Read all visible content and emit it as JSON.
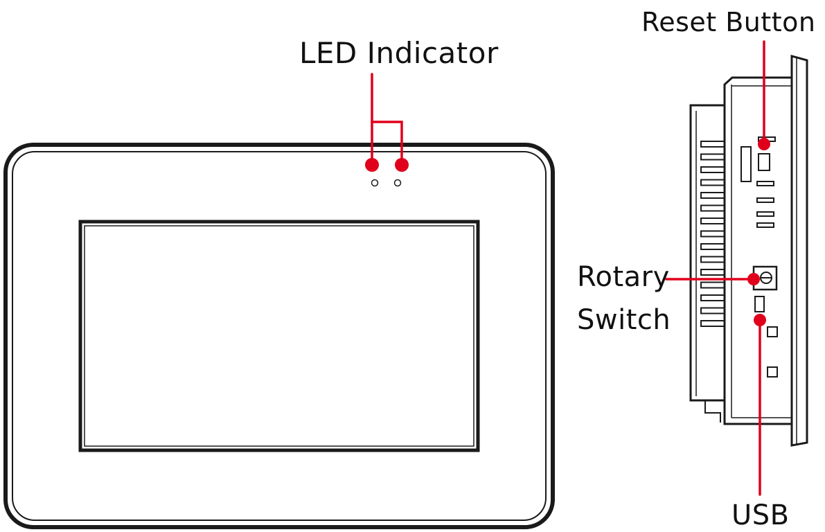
{
  "labels": {
    "led_indicator": "LED Indicator",
    "reset_button": "Reset Button",
    "rotary_switch_line1": "Rotary",
    "rotary_switch_line2": "Switch",
    "usb": "USB"
  },
  "colors": {
    "callout": "#e0001b",
    "outline": "#1a1a1a",
    "background": "#ffffff"
  }
}
